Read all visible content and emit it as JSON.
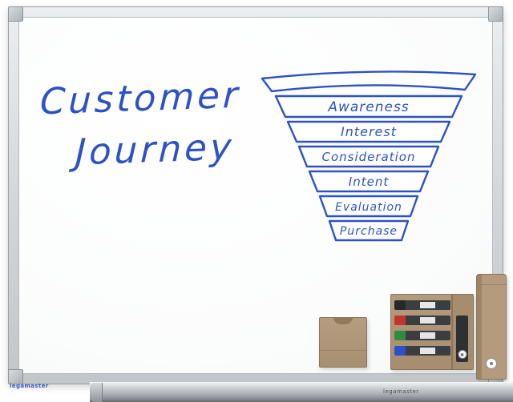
{
  "board": {
    "title_line1": "Customer",
    "title_line2": "Journey"
  },
  "funnel": {
    "stages": [
      "Awareness",
      "Interest",
      "Consideration",
      "Intent",
      "Evaluation",
      "Purchase"
    ]
  },
  "branding": {
    "frame_logo": "legamaster",
    "tray_logo": "legamaster"
  },
  "colors": {
    "ink": "#2e52c5",
    "frame": "#cdd1d5",
    "cardboard": "#b29878",
    "marker_caps": [
      "#26282a",
      "#c23430",
      "#2e8b3f",
      "#2b50c8"
    ]
  }
}
